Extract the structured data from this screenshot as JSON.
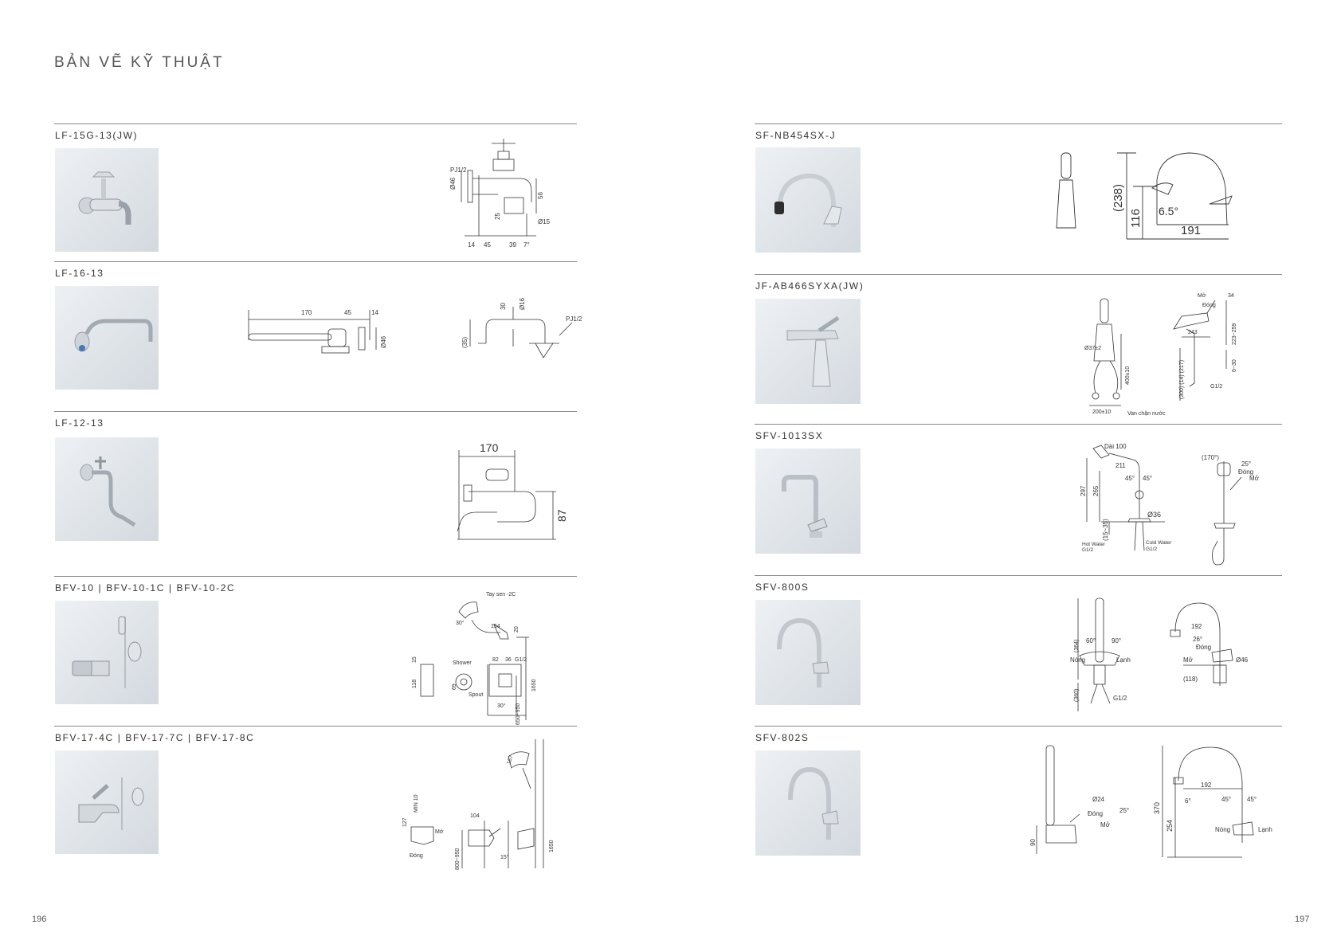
{
  "title": "BẢN VẼ KỸ THUẬT",
  "left_page_number": "196",
  "right_page_number": "197",
  "left_products": [
    {
      "code": "LF-15G-13(JW)",
      "labels": {
        "pj": "PJ1/2",
        "d46": "Ø46",
        "d15": "Ø15",
        "h56": "56",
        "h25": "25",
        "w14": "14",
        "w45": "45",
        "w39": "39",
        "a7": "7°"
      }
    },
    {
      "code": "LF-16-13",
      "labels": {
        "w170": "170",
        "w45": "45",
        "w14": "14",
        "d46": "Ø46",
        "h30": "30",
        "d16": "Ø16",
        "h35": "(35)",
        "pj": "PJ1/2"
      }
    },
    {
      "code": "LF-12-13",
      "labels": {
        "w170": "170",
        "h87": "87"
      }
    },
    {
      "code": "BFV-10 | BFV-10-1C | BFV-10-2C",
      "labels": {
        "taysen": "Tay sen -2C",
        "w154": "154",
        "h20": "20",
        "a30": "30°",
        "h15": "15",
        "h118": "118",
        "shower": "Shower",
        "spout": "Spout",
        "h69": "69",
        "w82": "82",
        "w36": "36",
        "g12": "G1/2",
        "h1650": "1650",
        "h650": "650~950",
        "a30b": "30°"
      }
    },
    {
      "code": "BFV-17-4C | BFV-17-7C | BFV-17-8C",
      "labels": {
        "min10": "MIN 10",
        "h127": "127",
        "mo": "Mở",
        "dong": "Đóng",
        "w104": "104",
        "h800": "800~950",
        "a15": "15°",
        "h1650": "1650",
        "h167": "167"
      }
    }
  ],
  "right_products": [
    {
      "code": "SF-NB454SX-J",
      "labels": {
        "h238": "(238)",
        "h116": "116",
        "a65": "6.5°",
        "w191": "191"
      }
    },
    {
      "code": "JF-AB466SYXA(JW)",
      "labels": {
        "mo": "Mở",
        "w34": "34",
        "dong": "Đóng",
        "d37": "Ø37±2",
        "h400": "400±10",
        "w200": "200±10",
        "valve": "Van chặn nước",
        "w243": "243",
        "h223": "223~259",
        "h630": "6~30",
        "g12": "G1/2",
        "h300": "(300) (14) (217)"
      }
    },
    {
      "code": "SFV-1013SX",
      "labels": {
        "dai100": "Dài 100",
        "w211": "211",
        "h297": "297",
        "h265": "265",
        "a45": "45°",
        "a45b": "45°",
        "h1535": "(15~35)",
        "d36": "Ø36",
        "hot": "Hot Water",
        "cold": "Cold Water",
        "g12a": "G1/2",
        "g12b": "G1/2",
        "a170": "(170°)",
        "a25": "25°",
        "dong": "Đóng",
        "mo": "Mở"
      }
    },
    {
      "code": "SFV-800S",
      "labels": {
        "h364": "(364)",
        "h360": "(360)",
        "a60": "60°",
        "a90": "90°",
        "nong": "Nóng",
        "lanh": "Lạnh",
        "g12": "G1/2",
        "w192": "192",
        "a26": "26°",
        "dong": "Đóng",
        "mo": "Mở",
        "d46": "Ø46",
        "w118": "(118)"
      }
    },
    {
      "code": "SFV-802S",
      "labels": {
        "d24": "Ø24",
        "dong": "Đóng",
        "mo": "Mở",
        "a25": "25°",
        "h90": "90",
        "h370": "370",
        "h254": "254",
        "w192": "192",
        "a6": "6°",
        "a45": "45°",
        "a45b": "45°",
        "nong": "Nóng",
        "lanh": "Lạnh"
      }
    }
  ]
}
